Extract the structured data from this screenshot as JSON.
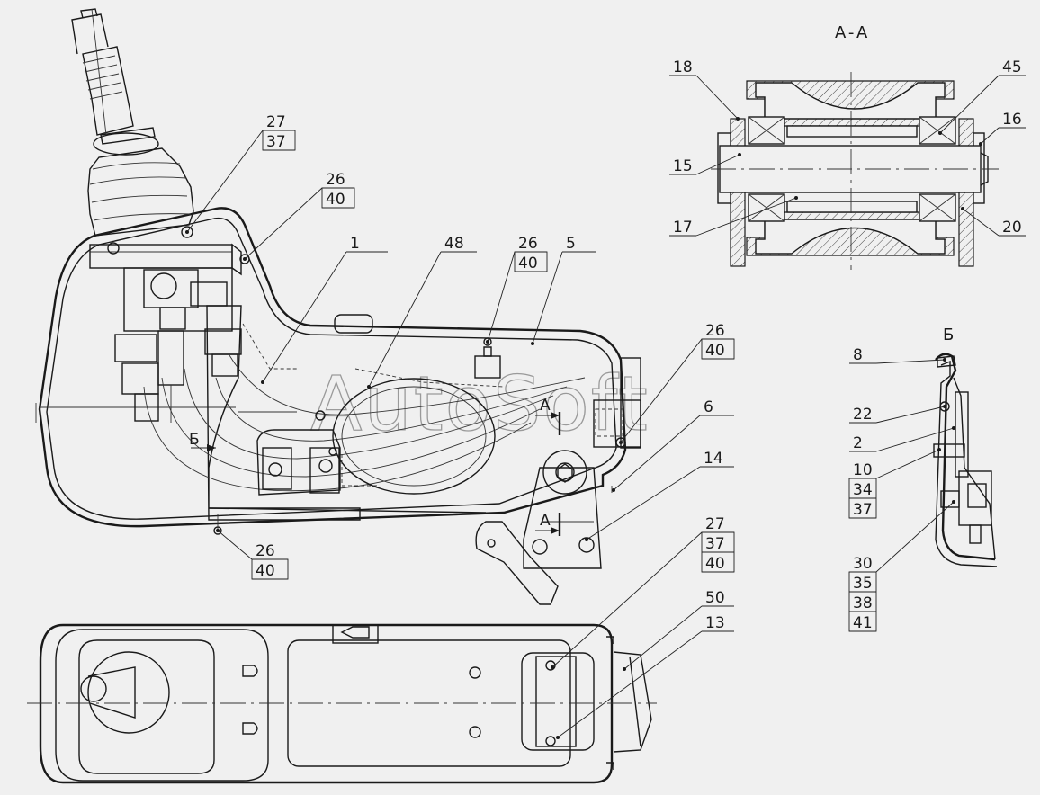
{
  "view_titles": {
    "section_aa": "A-A",
    "detail_b": "Б"
  },
  "section_marks": {
    "a_upper": "A",
    "a_lower": "A",
    "b_side": "Б"
  },
  "watermark": "AutoSoft",
  "callouts": {
    "c27_37": [
      "27",
      "37"
    ],
    "c26_40_top": [
      "26",
      "40"
    ],
    "c1": [
      "1"
    ],
    "c48": [
      "48"
    ],
    "c26_40_mid": [
      "26",
      "40"
    ],
    "c5": [
      "5"
    ],
    "c26_40_right": [
      "26",
      "40"
    ],
    "c6": [
      "6"
    ],
    "c14": [
      "14"
    ],
    "c26_40_bottom": [
      "26",
      "40"
    ],
    "c18": [
      "18"
    ],
    "c45": [
      "45"
    ],
    "c16": [
      "16"
    ],
    "c15": [
      "15"
    ],
    "c17": [
      "17"
    ],
    "c20": [
      "20"
    ],
    "c8": [
      "8"
    ],
    "c22": [
      "22"
    ],
    "c2": [
      "2"
    ],
    "c10_34_37": [
      "10",
      "34",
      "37"
    ],
    "c30_35_38_41": [
      "30",
      "35",
      "38",
      "41"
    ],
    "c27_37_40": [
      "27",
      "37",
      "40"
    ],
    "c50": [
      "50"
    ],
    "c13": [
      "13"
    ]
  }
}
